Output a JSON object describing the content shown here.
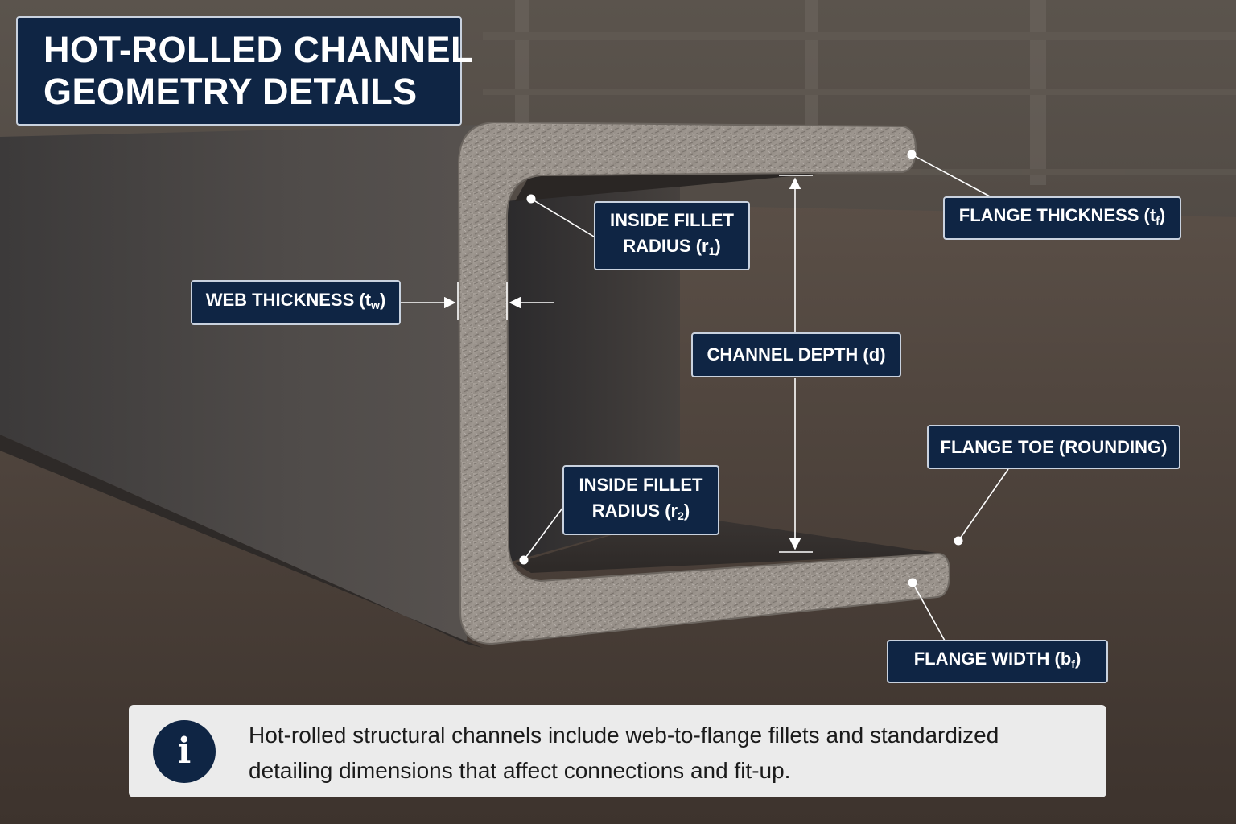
{
  "title": {
    "line1": "HOT-ROLLED CHANNEL",
    "line2": "GEOMETRY DETAILS"
  },
  "callouts": {
    "inside_fillet_r1": {
      "line1": "INSIDE FILLET",
      "line2_prefix": "RADIUS (r",
      "sub": "1",
      "line2_suffix": ")"
    },
    "flange_thickness": {
      "prefix": "FLANGE THICKNESS (t",
      "sub": "f",
      "suffix": ")"
    },
    "web_thickness": {
      "prefix": "WEB THICKNESS (t",
      "sub": "w",
      "suffix": ")"
    },
    "channel_depth": {
      "label": "CHANNEL DEPTH (d)"
    },
    "flange_toe": {
      "label": "FLANGE TOE (ROUNDING)"
    },
    "inside_fillet_r2": {
      "line1": "INSIDE FILLET",
      "line2_prefix": "RADIUS (r",
      "sub": "2",
      "line2_suffix": ")"
    },
    "flange_width": {
      "prefix": "FLANGE WIDTH (b",
      "sub": "f",
      "suffix": ")"
    }
  },
  "info": {
    "icon": "info-icon",
    "glyph": "i",
    "text": "Hot-rolled structural channels include web-to-flange fillets and standardized detailing dimensions that affect connections and fit-up."
  },
  "colors": {
    "label_bg": "#0f2544",
    "label_border": "#c9d2df",
    "steel_face": "#9a948d",
    "steel_body": "#4b4846",
    "floor": "#4a4039",
    "info_bg": "#ebebeb"
  }
}
